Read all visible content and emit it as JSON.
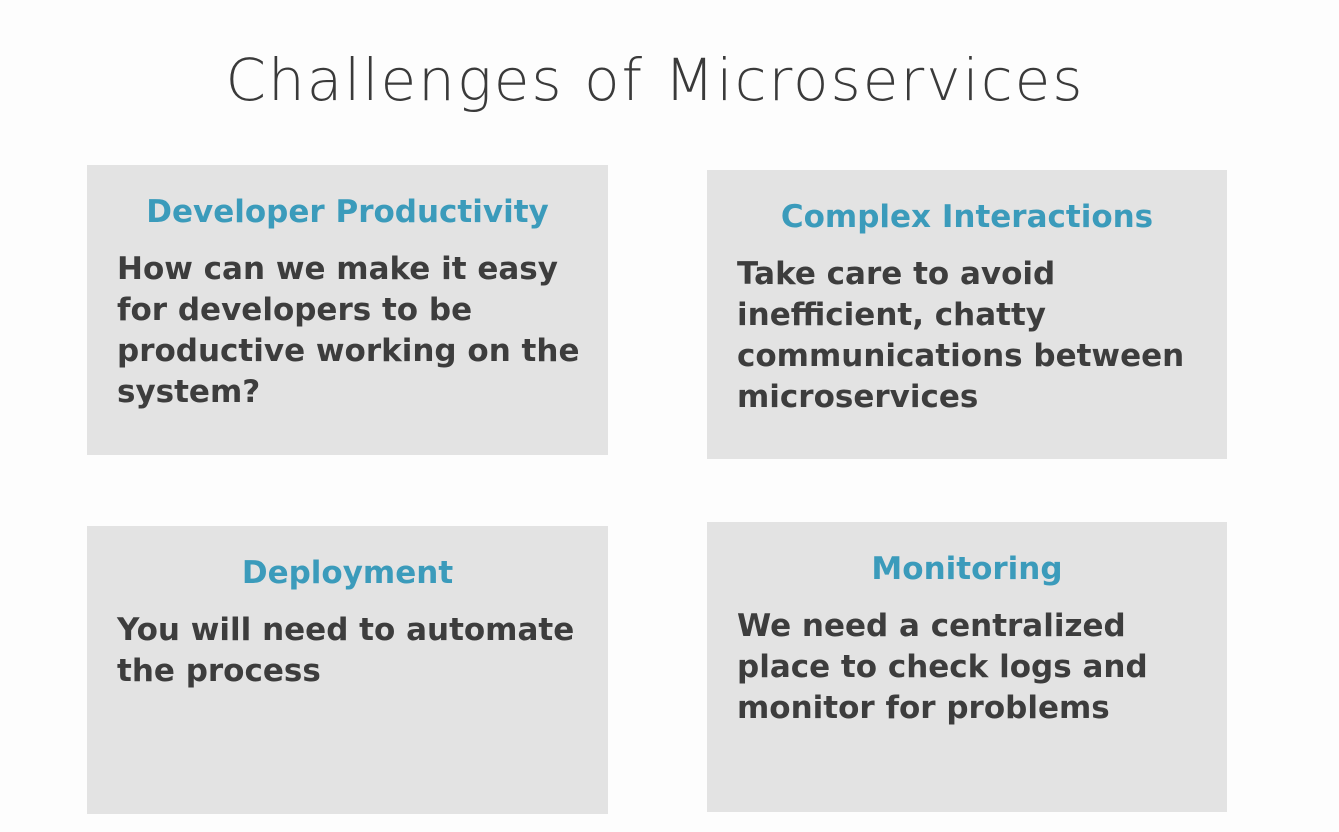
{
  "title": "Challenges of Microservices",
  "cards": [
    {
      "heading": "Developer Productivity",
      "body": "How can we make it easy for developers to be productive working on the system?"
    },
    {
      "heading": "Complex Interactions",
      "body": "Take care to avoid inefficient, chatty communications between microservices"
    },
    {
      "heading": "Deployment",
      "body": "You will need to automate the process"
    },
    {
      "heading": "Monitoring",
      "body": "We need a centralized place to check logs and monitor for problems"
    }
  ],
  "colors": {
    "heading_accent": "#3b9bbb",
    "card_background": "#e3e3e3",
    "body_text": "#3d3d3d",
    "title_text": "#3a3a3a"
  }
}
